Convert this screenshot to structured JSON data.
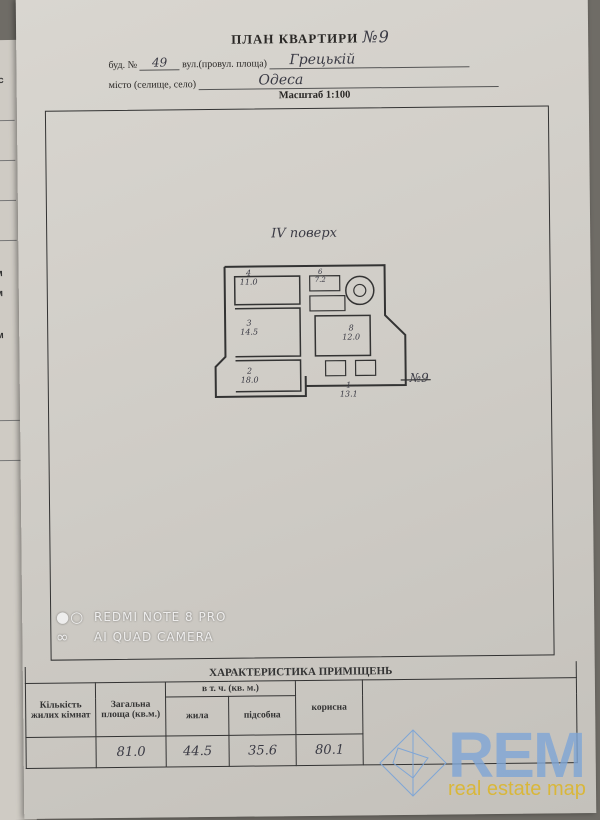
{
  "back_sheet": {
    "fragments": [
      "ис",
      "я",
      "м",
      "м",
      "м"
    ]
  },
  "header": {
    "title": "ПЛАН КВАРТИРИ",
    "apartment_no": "№9",
    "building_label": "буд. №",
    "building_no": "49",
    "street_label": "вул.(провул. площа)",
    "street": "Грецькій",
    "city_label": "місто (селище, село)",
    "city": "Одеса",
    "scale": "Масштаб   1:100"
  },
  "plan": {
    "floor": "IV поверх",
    "apartment_marker": "№9",
    "rooms": [
      {
        "no": "4",
        "area": "11.0"
      },
      {
        "no": "3",
        "area": "14.5"
      },
      {
        "no": "2",
        "area": "18.0"
      },
      {
        "no": "8",
        "area": "12.0"
      },
      {
        "no": "1",
        "area": "13.1"
      },
      {
        "no": "6",
        "area": "7.2"
      }
    ]
  },
  "table": {
    "title": "ХАРАКТЕРИСТИКА ПРИМІЩЕНЬ",
    "headers": {
      "rooms": "Кількість жилих кімнат",
      "total": "Загальна площа (кв.м.)",
      "incl": "в т. ч. (кв. м.)",
      "living": "жила",
      "aux": "підсобна",
      "useful": "корисна"
    },
    "values": {
      "rooms": "",
      "total": "81.0",
      "living": "44.5",
      "aux": "35.6",
      "useful": "80.1"
    }
  },
  "watermarks": {
    "camera_model": "REDMI NOTE 8 PRO",
    "camera_sub": "AI QUAD CAMERA",
    "brand": "REM",
    "brand_sub": "real estate map"
  }
}
